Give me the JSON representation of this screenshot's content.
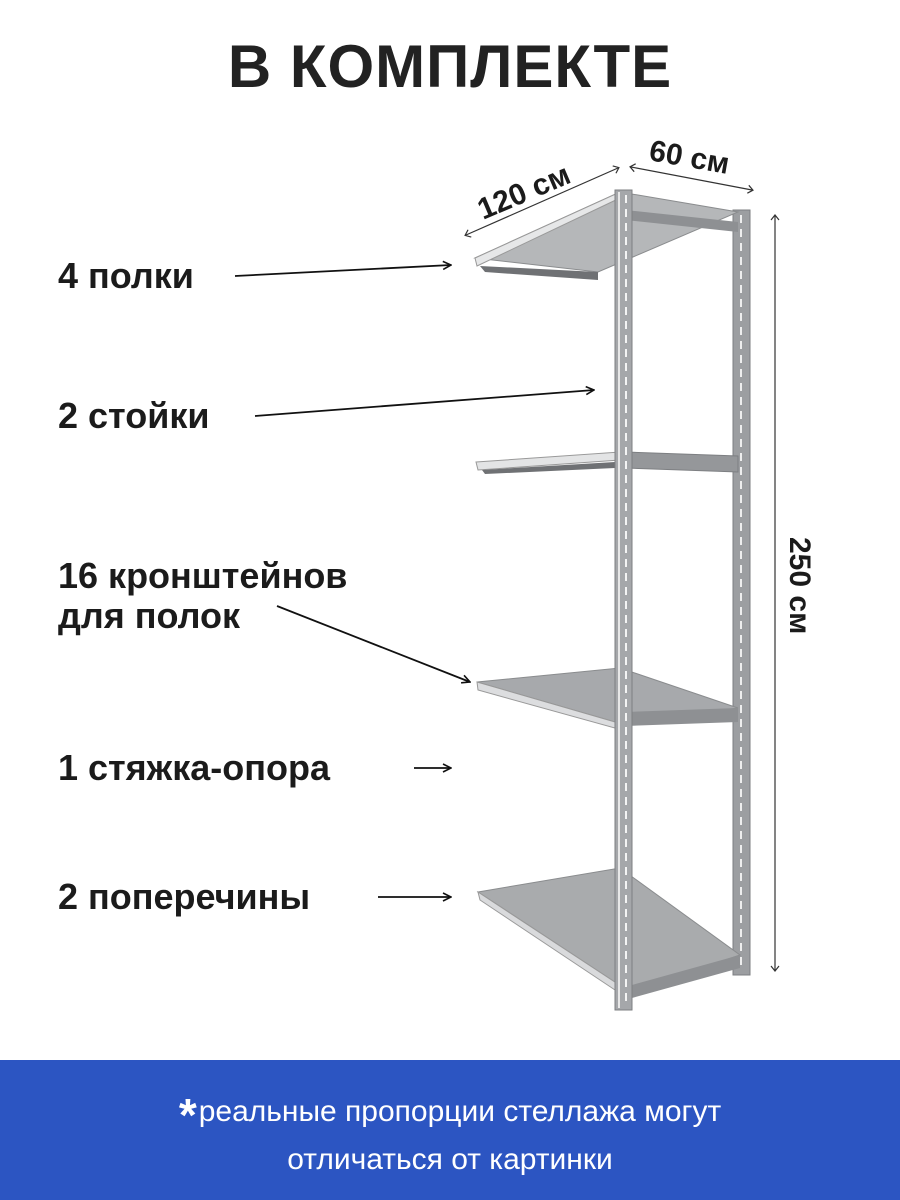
{
  "title": "В КОМПЛЕКТЕ",
  "items": [
    {
      "label": "4 полки"
    },
    {
      "label": "2 стойки"
    },
    {
      "label_line1": "16 кронштейнов",
      "label_line2": "для полок"
    },
    {
      "label": "1 стяжка-опора"
    },
    {
      "label": "2 поперечины"
    }
  ],
  "dimensions": {
    "width": "120 см",
    "depth": "60 см",
    "height": "250 см"
  },
  "footer": {
    "asterisk": "*",
    "line1": "реальные пропорции стеллажа могут",
    "line2": "отличаться от картинки"
  },
  "colors": {
    "banner": "#2c55c2",
    "metal": "#a9abad"
  }
}
